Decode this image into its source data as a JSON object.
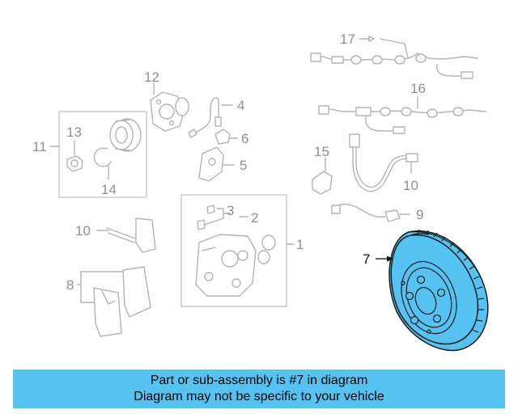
{
  "diagram": {
    "callouts": {
      "c1": "1",
      "c2": "2",
      "c3": "3",
      "c4": "4",
      "c5": "5",
      "c6": "6",
      "c7": "7",
      "c8": "8",
      "c9": "9",
      "c10a": "10",
      "c10b": "10",
      "c11": "11",
      "c12": "12",
      "c13": "13",
      "c14": "14",
      "c15": "15",
      "c16": "16",
      "c17": "17"
    },
    "highlight_color": "#55c3f1"
  },
  "banner": {
    "line1": "Part or sub-assembly is #7 in diagram",
    "line2": "Diagram may not be specific to your vehicle",
    "background": "#55c3f1"
  }
}
